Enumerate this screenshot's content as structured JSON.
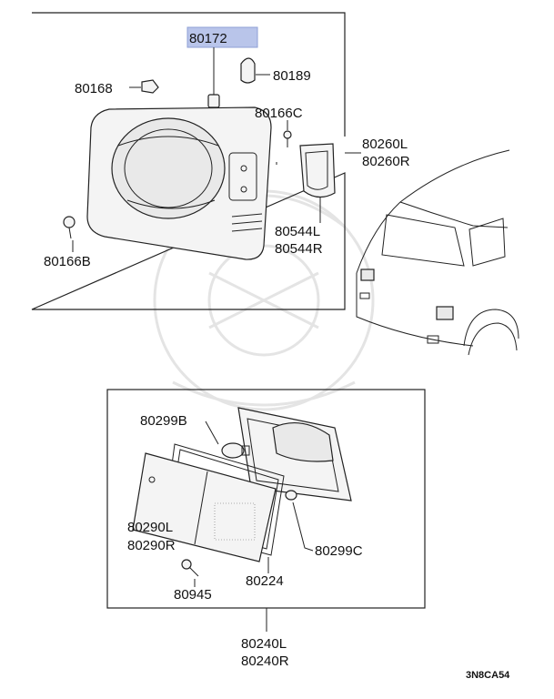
{
  "parts": {
    "p80172": "80172",
    "p80189": "80189",
    "p80168": "80168",
    "p80166C": "80166C",
    "p80260": [
      "80260L",
      "80260R"
    ],
    "p80544": [
      "80544L",
      "80544R"
    ],
    "p80166B": "80166B",
    "p80299B": "80299B",
    "p80290": [
      "80290L",
      "80290R"
    ],
    "p80299C": "80299C",
    "p80945": "80945",
    "p80224": "80224",
    "p80240": [
      "80240L",
      "80240R"
    ]
  },
  "diagram_code": "3N8CA54",
  "highlighted_part": "80172",
  "colors": {
    "highlight": "#b9c5ea",
    "line": "#222222"
  }
}
